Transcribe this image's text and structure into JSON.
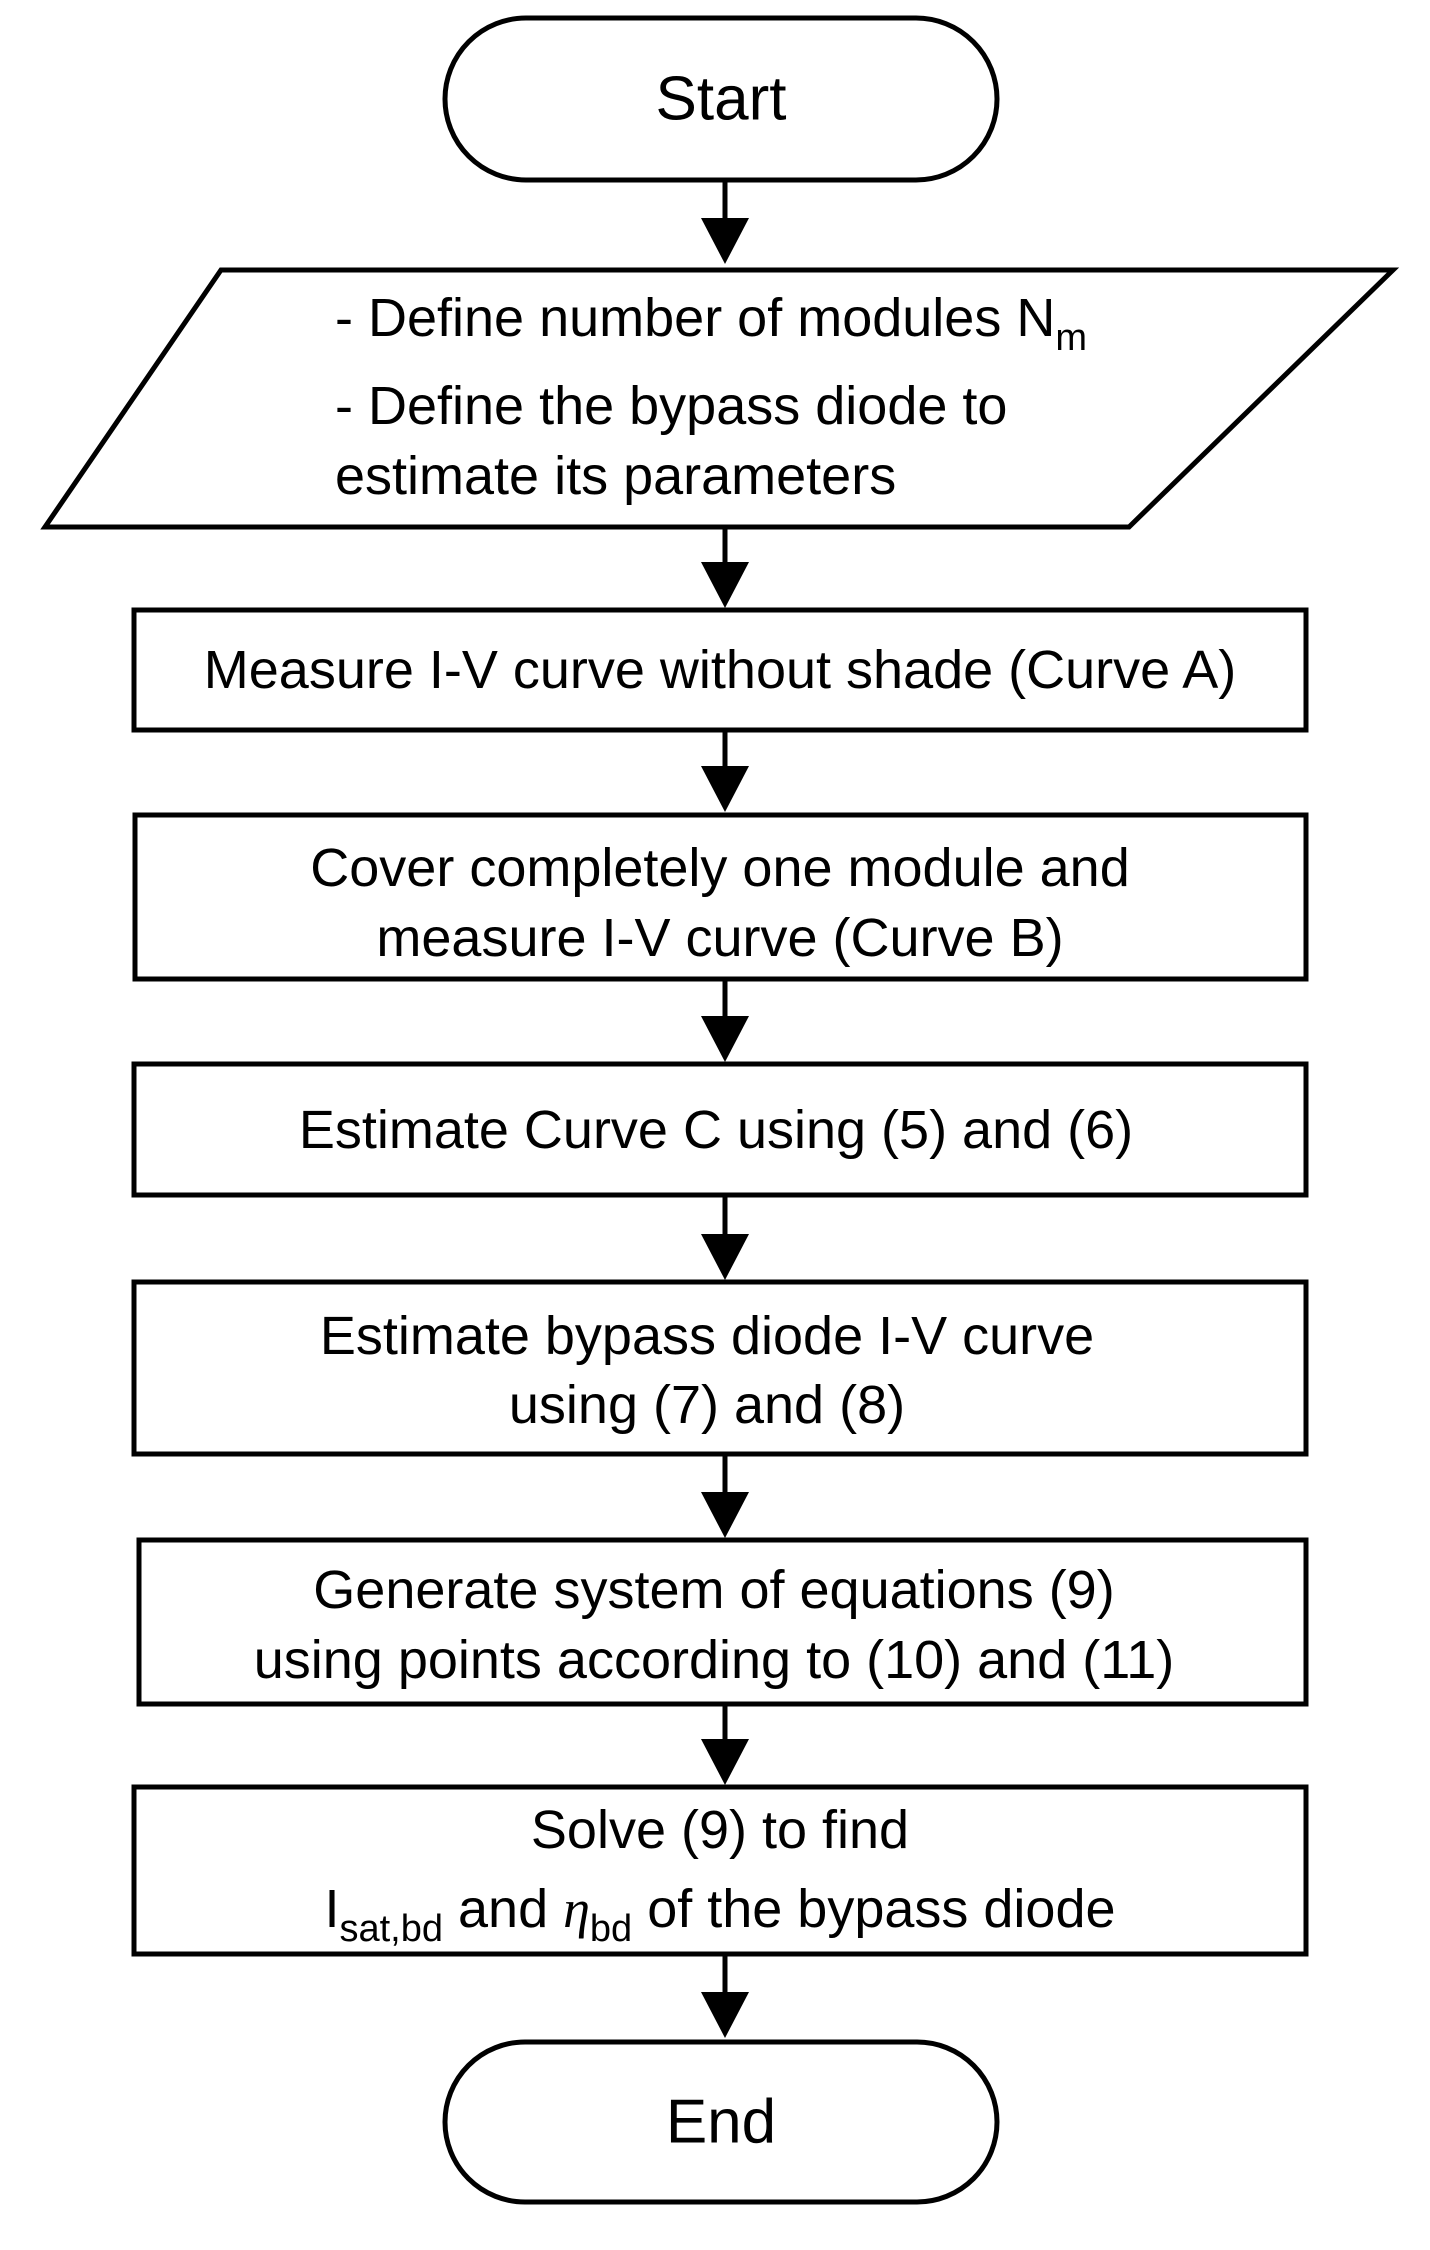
{
  "start": {
    "label": "Start"
  },
  "io_step": {
    "line1_text": "- Define number of modules N",
    "line1_sub": "m",
    "line2": "- Define the bypass diode to",
    "line3": "estimate its parameters"
  },
  "steps": [
    {
      "lines": [
        "Measure I-V curve without shade (Curve A)"
      ]
    },
    {
      "lines": [
        "Cover completely one module and",
        "measure I-V curve (Curve B)"
      ]
    },
    {
      "lines": [
        "Estimate Curve C using (5) and (6)"
      ]
    },
    {
      "lines": [
        "Estimate bypass diode I-V curve",
        "using (7) and (8)"
      ]
    },
    {
      "lines": [
        "Generate system of equations (9)",
        "using points according to (10) and (11)"
      ]
    }
  ],
  "solve_step": {
    "line1": "Solve (9) to find",
    "isat_base": "I",
    "isat_sub": "sat,bd",
    "and_text": " and ",
    "eta_base": "η",
    "eta_sub": "bd",
    "tail_text": " of the bypass diode"
  },
  "end": {
    "label": "End"
  },
  "colors": {
    "stroke": "#000000",
    "fill": "#ffffff"
  }
}
